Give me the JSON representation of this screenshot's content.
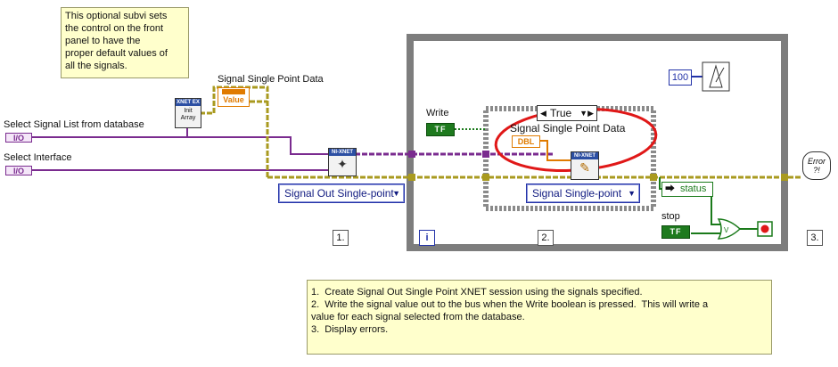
{
  "comment_subvi": "This optional subvi sets\nthe control on the front\npanel to have the\nproper default values of\nall the signals.",
  "labels": {
    "signal_list": "Select Signal List from database",
    "interface": "Select Interface",
    "signal_single_point_data_outer": "Signal Single Point Data",
    "write": "Write",
    "signal_single_point_data_inner": "Signal Single Point Data",
    "stop": "stop"
  },
  "io_const": {
    "list": "I/O",
    "interface": "I/O"
  },
  "value_indicator": "Value",
  "xnet_ex_subvi": {
    "header": "XNET EX",
    "body": "Init\nArray"
  },
  "xnet_create": {
    "header": "NI-XNET"
  },
  "xnet_write": {
    "header": "NI-XNET"
  },
  "rings": {
    "outer_mode": "Signal Out Single-point",
    "inner_mode": "Signal Single-point"
  },
  "case_selector": "True",
  "tf_write": "TF",
  "tf_stop": "TF",
  "dbl": "DBL",
  "wait_ms": "100",
  "status_label": "status",
  "step_labels": {
    "s1": "1.",
    "s2": "2.",
    "s3": "3."
  },
  "loop_iteration": "i",
  "error_handler": "Error\n?!",
  "comment_steps": "1.  Create Signal Out Single Point XNET session using the signals specified.\n2.  Write the signal value out to the bus when the Write boolean is pressed.  This will write a\nvalue for each signal selected from the database.\n3.  Display errors.",
  "colors": {
    "wire_purple": "#7a2b8f",
    "wire_error": "#a99a1f",
    "wire_orange": "#e07b00",
    "wire_green": "#1a7a1a",
    "annotation_red": "#e01818",
    "loop_gray": "#7d7d7d"
  }
}
